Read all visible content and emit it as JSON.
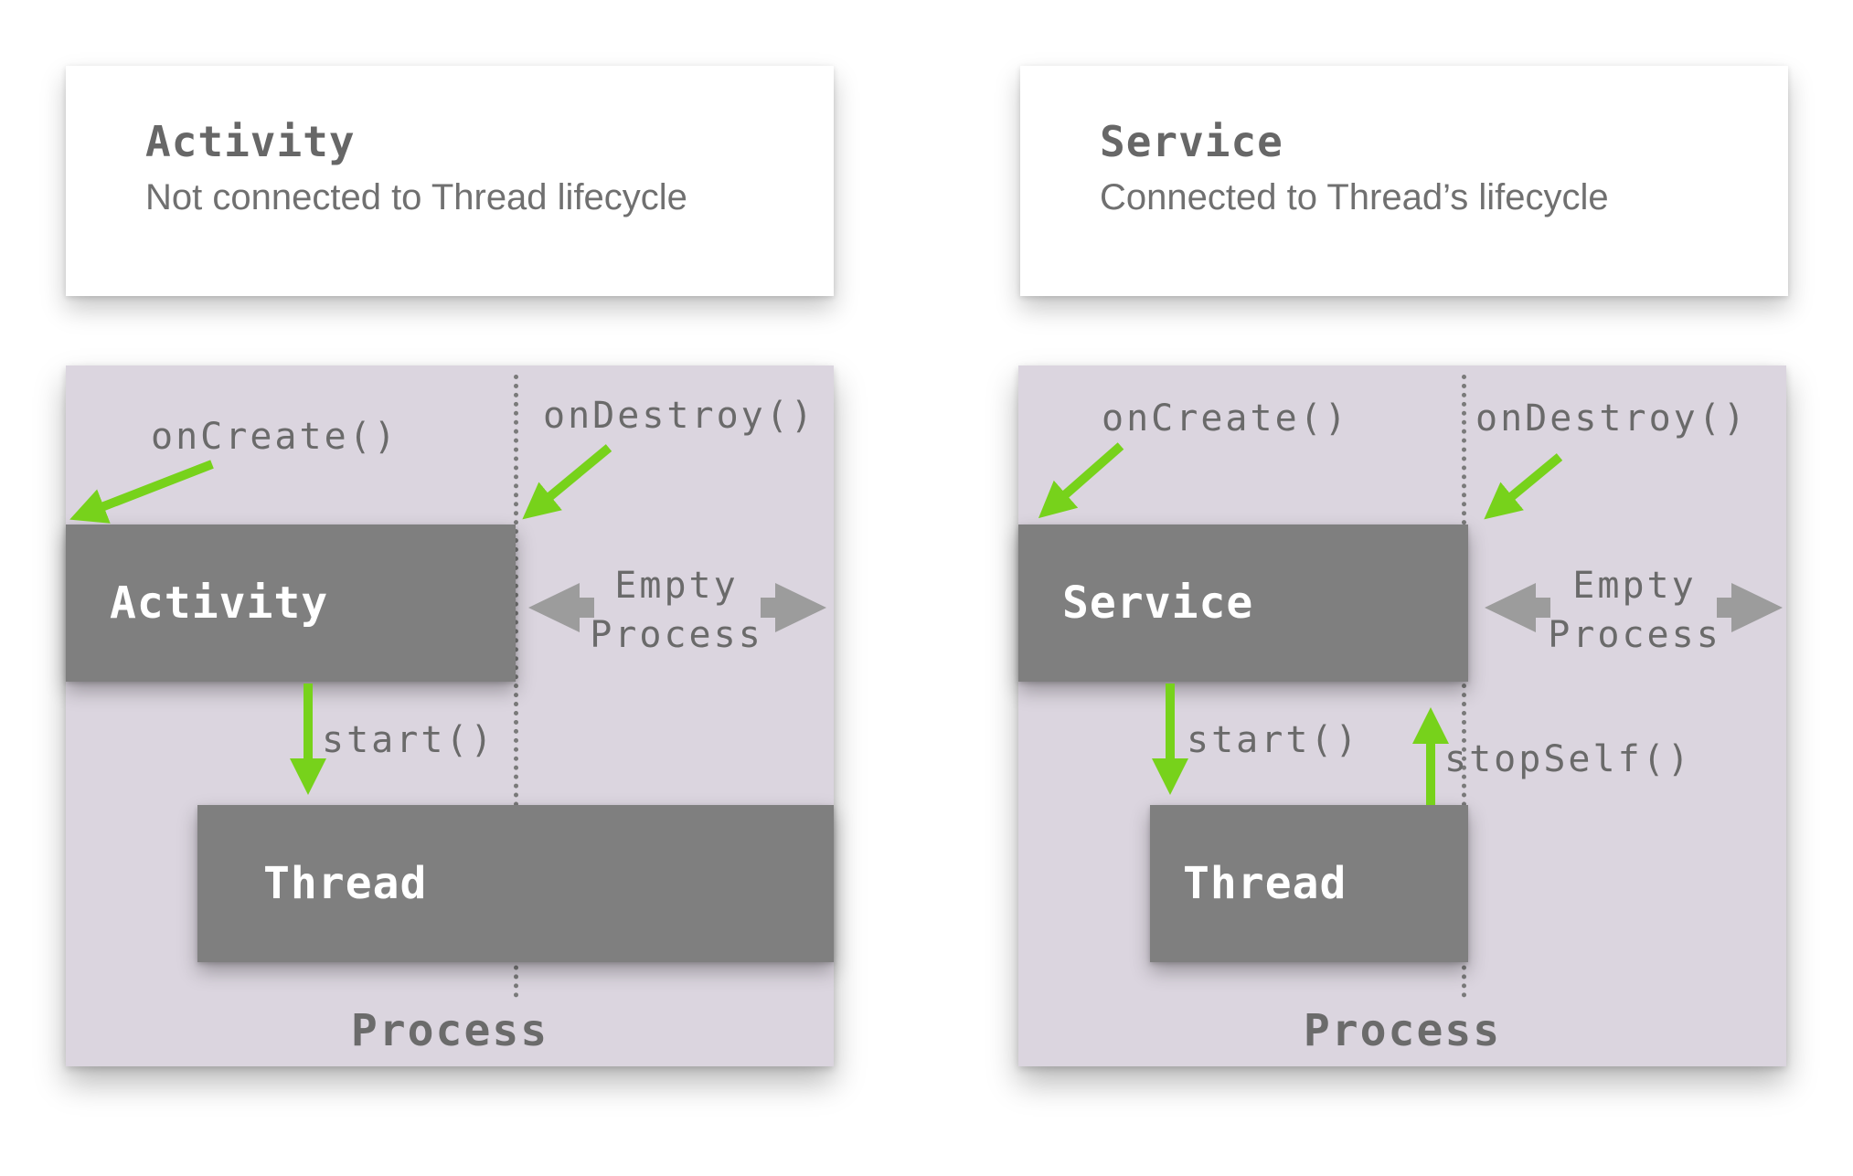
{
  "left": {
    "card_title": "Activity",
    "card_subtitle": "Not connected to Thread lifecycle",
    "on_create": "onCreate()",
    "on_destroy": "onDestroy()",
    "component_block": "Activity",
    "empty_process": "Empty\nProcess",
    "start": "start()",
    "thread_block": "Thread",
    "process_label": "Process"
  },
  "right": {
    "card_title": "Service",
    "card_subtitle": "Connected to Thread’s lifecycle",
    "on_create": "onCreate()",
    "on_destroy": "onDestroy()",
    "component_block": "Service",
    "empty_process": "Empty\nProcess",
    "start": "start()",
    "stop_self": "stopSelf()",
    "thread_block": "Thread",
    "process_label": "Process"
  },
  "colors": {
    "arrow_green": "#77d21b",
    "empty_arrow_gray": "#9c9c9c",
    "process_bg": "#dbd5df",
    "block_gray": "#7f7f7f"
  }
}
